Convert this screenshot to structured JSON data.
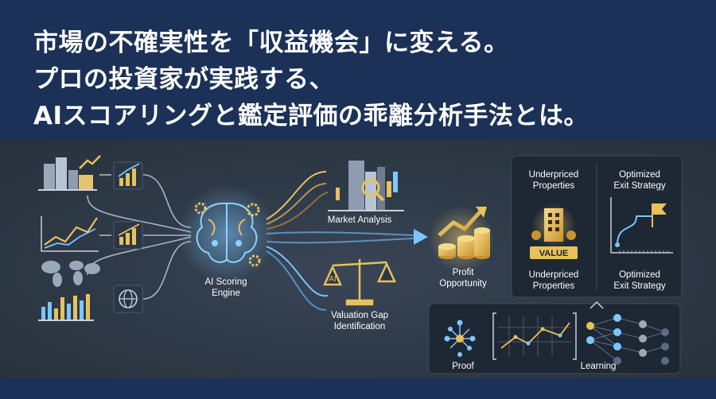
{
  "headline": {
    "line1": "市場の不確実性を「収益機会」に変える。",
    "line2": "プロの投資家が実践する、",
    "line3": "AIスコアリングと鑑定評価の乖離分析手法とは。"
  },
  "engine": {
    "label_line1": "AI Scoring",
    "label_line2": "Engine"
  },
  "outputs": {
    "market_analysis": "Market Analysis",
    "valuation_gap_line1": "Valuation Gap",
    "valuation_gap_line2": "Identification",
    "profit_line1": "Profit",
    "profit_line2": "Opportunity"
  },
  "panel_top": {
    "underpriced_top_line1": "Underpriced",
    "underpriced_top_line2": "Properties",
    "optimized_top_line1": "Optimized",
    "optimized_top_line2": "Exit Strategy",
    "value_tag": "VALUE",
    "underpriced_bottom_line1": "Underpriced",
    "underpriced_bottom_line2": "Properties",
    "optimized_bottom_line1": "Optimized",
    "optimized_bottom_line2": "Exit Strategy"
  },
  "panel_bottom": {
    "proof": "Proof",
    "learning": "Learning"
  },
  "colors": {
    "gold": "#e8c15a",
    "blue": "#5ab4ff",
    "header_bg": "#1b3157"
  },
  "icons": [
    "buildings-icon",
    "chart-up-icon",
    "bar-chart-icon",
    "line-chart-icon",
    "world-map-icon",
    "globe-icon",
    "brain-icon",
    "gear-icon",
    "building-magnifier-icon",
    "scales-icon",
    "coins-icon",
    "gold-building-icon",
    "flag-icon",
    "network-icon",
    "neural-net-icon"
  ]
}
